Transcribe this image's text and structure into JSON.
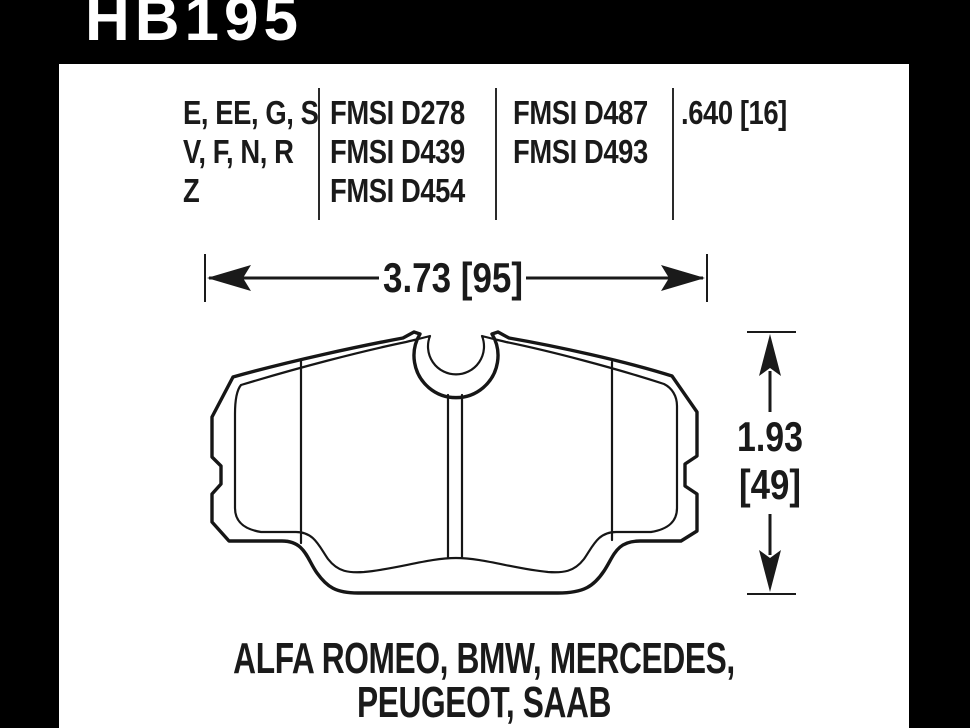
{
  "part_number": "HB195",
  "spec_table": {
    "compounds": [
      "E, EE, G, S",
      "V, F, N, R",
      "Z"
    ],
    "fmsi_col1": [
      "FMSI D278",
      "FMSI D439",
      "FMSI D454"
    ],
    "fmsi_col2": [
      "FMSI D487",
      "FMSI D493"
    ],
    "pad_thickness": ".640 [16]"
  },
  "dimensions": {
    "width": "3.73 [95]",
    "height_in": "1.93",
    "height_mm": "[49]"
  },
  "applications": [
    "ALFA ROMEO, BMW, MERCEDES,",
    "PEUGEOT, SAAB"
  ],
  "colors": {
    "frame": "#000000",
    "background": "#ffffff",
    "line": "#1a1a1a"
  }
}
